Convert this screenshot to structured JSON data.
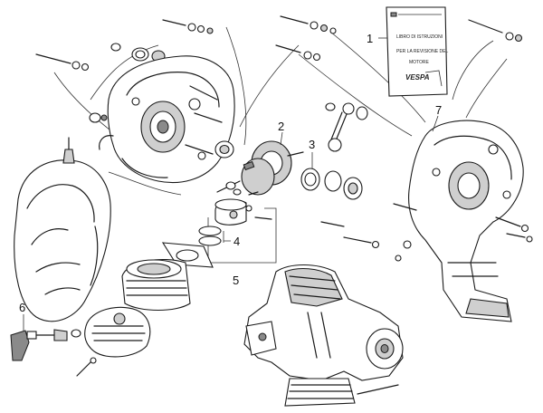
{
  "callouts": [
    {
      "id": "c1",
      "label": "1"
    },
    {
      "id": "c2",
      "label": "2"
    },
    {
      "id": "c3",
      "label": "3"
    },
    {
      "id": "c4",
      "label": "4"
    },
    {
      "id": "c5",
      "label": "5"
    },
    {
      "id": "c6",
      "label": "6"
    },
    {
      "id": "c7",
      "label": "7"
    }
  ],
  "manual": {
    "lines": [
      "LIBRO DI ISTRUZIONI",
      "PER LA REVISIONE DEL",
      "MOTORE"
    ],
    "brand": "VESPA"
  }
}
